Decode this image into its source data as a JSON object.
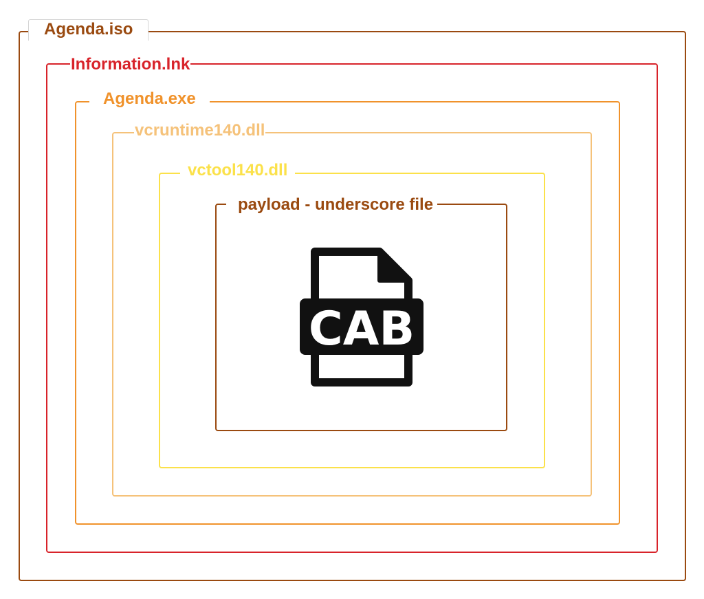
{
  "layers": [
    {
      "label": "Agenda.iso",
      "color": "#9a4a10"
    },
    {
      "label": "Information.lnk",
      "color": "#d8232a"
    },
    {
      "label": "Agenda.exe",
      "color": "#f0922b"
    },
    {
      "label": "vcruntime140.dll",
      "color": "#f5c27a"
    },
    {
      "label": "vctool140.dll",
      "color": "#fbe14a"
    },
    {
      "label": "payload - underscore file",
      "color": "#9a4a10"
    }
  ],
  "icon": {
    "name": "cab-file-icon",
    "text": "CAB",
    "color": "#111111"
  }
}
